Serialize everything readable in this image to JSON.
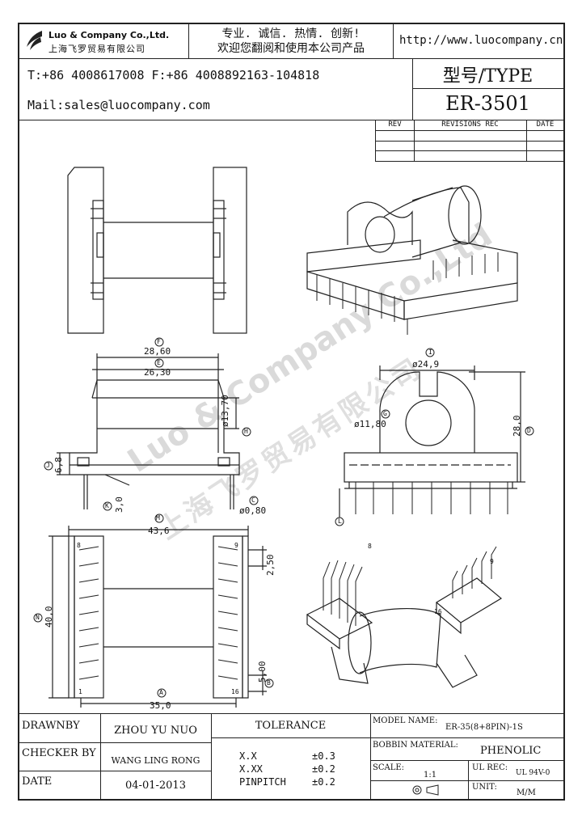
{
  "header": {
    "company_en": "Luo & Company Co.,Ltd.",
    "company_cn": "上海飞罗贸易有限公司",
    "slogan_line1": "专业. 诚信. 热情. 创新!",
    "slogan_line2": "欢迎您翻阅和使用本公司产品",
    "website": "http://www.luocompany.cn",
    "phone_fax": "T:+86 4008617008 F:+86 4008892163-104818",
    "email": "Mail:sales@luocompany.com",
    "type_label": "型号/TYPE",
    "part_number": "ER-3501"
  },
  "revisions": {
    "col_rev": "REV",
    "col_rec": "REVISIONS REC",
    "col_date": "DATE"
  },
  "watermark": {
    "en": "Luo & Company Co.,Ltd",
    "cn": "上海飞罗贸易有限公司"
  },
  "drawing": {
    "callouts": {
      "F": "F",
      "E": "E",
      "H": "H",
      "J": "J",
      "K": "K",
      "C": "C",
      "I": "I",
      "G": "G",
      "D": "D",
      "L": "L",
      "M": "M",
      "N": "N",
      "B": "B",
      "A": "A"
    },
    "dims": {
      "F": "28,60",
      "E": "26,30",
      "H": "ø13,70",
      "J": "6,8",
      "K": "3,0",
      "C": "ø0,80",
      "I": "ø24,9",
      "G": "ø11,80",
      "D": "28,0",
      "M": "43,6",
      "N": "40,0",
      "pitch": "2,50",
      "B": "5,00",
      "A": "35,0"
    },
    "pins": {
      "p8": "8",
      "p9": "9",
      "p1": "1",
      "p16": "16"
    },
    "iso_pins": {
      "p8": "8",
      "p9": "9",
      "p16": "16"
    }
  },
  "title_block": {
    "drawn_by_label": "DRAWNBY",
    "drawn_by": "ZHOU YU NUO",
    "checker_label": "CHECKER BY",
    "checker": "WANG LING RONG",
    "date_label": "DATE",
    "date": "04-01-2013",
    "tolerance_label": "TOLERANCE",
    "tol1_label": "X.X",
    "tol1_value": "±0.3",
    "tol2_label": "X.XX",
    "tol2_value": "±0.2",
    "tol3_label": "PINPITCH",
    "tol3_value": "±0.2",
    "model_label": "MODEL NAME:",
    "model": "ER-35(8+8PIN)-1S",
    "material_label": "BOBBIN MATERIAL:",
    "material": "PHENOLIC",
    "scale_label": "SCALE:",
    "scale": "1:1",
    "ul_label": "UL REC:",
    "ul": "UL 94V-0",
    "unit_label": "UNIT:",
    "unit": "M/M"
  }
}
